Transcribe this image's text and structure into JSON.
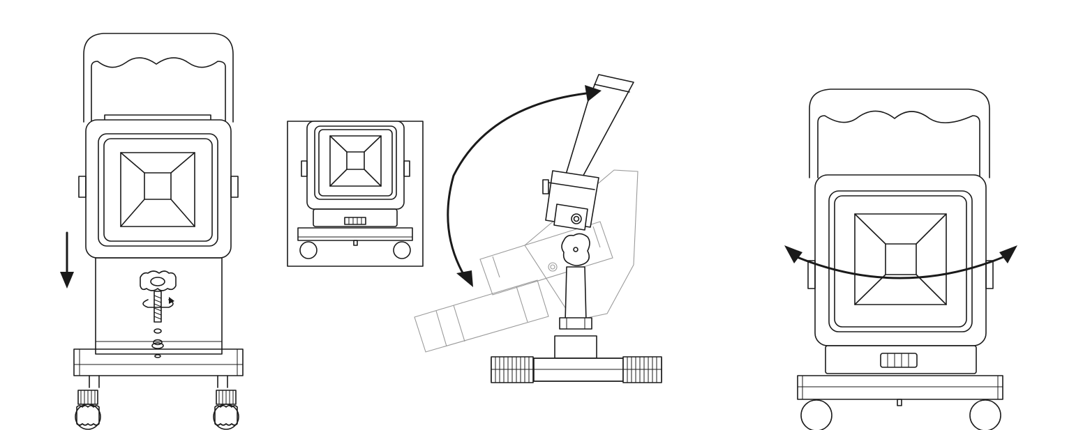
{
  "figure": {
    "panels": [
      {
        "id": "mount-assembly",
        "icons": [
          "down-arrow-icon",
          "rotate-screw-icon"
        ]
      },
      {
        "id": "mounted-front-view",
        "icons": []
      },
      {
        "id": "tilt-side-view",
        "icons": [
          "tilt-arc-arrow-icon"
        ]
      },
      {
        "id": "swivel-front-view",
        "icons": [
          "swivel-arc-arrow-icon"
        ]
      }
    ],
    "line_color": "#1a1a1a",
    "ghost_color": "#9a9a9a",
    "background": "#ffffff"
  }
}
